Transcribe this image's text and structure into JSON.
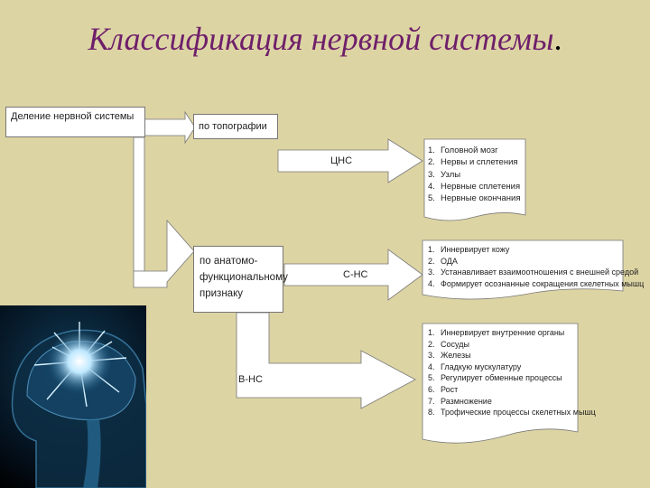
{
  "title": "Классификация нервной системы",
  "title_dot": ".",
  "root_box": "Деление нервной системы",
  "topo_box": "по топографии",
  "anatomo_box": [
    "по анатомо-",
    "функциональному",
    "признаку"
  ],
  "arrow_labels": {
    "cns": "ЦНС",
    "sns": "С-НС",
    "ans": "В-НС"
  },
  "list_topo": [
    {
      "n": "1.",
      "text": "Головной мозг"
    },
    {
      "n": "2.",
      "text": "Нервы и сплетения"
    },
    {
      "n": "3.",
      "text": "Узлы"
    },
    {
      "n": "4.",
      "text": "Нервные сплетения"
    },
    {
      "n": "5.",
      "text": "Нервные окончания"
    }
  ],
  "list_somatic": [
    {
      "n": "1.",
      "text": "Иннервирует кожу"
    },
    {
      "n": "2.",
      "text": "ОДА"
    },
    {
      "n": "3.",
      "text": "Устанавливает взаимоотношения с внешней средой"
    },
    {
      "n": "4.",
      "text": "Формирует осознанные сокращения скелетных мышц"
    }
  ],
  "list_autonomic": [
    {
      "n": "1.",
      "text": "Иннервирует внутренние органы"
    },
    {
      "n": "2.",
      "text": "Сосуды"
    },
    {
      "n": "3.",
      "text": "Железы"
    },
    {
      "n": "4.",
      "text": "Гладкую мускулатуру"
    },
    {
      "n": "5.",
      "text": "Регулирует обменные процессы"
    },
    {
      "n": "6.",
      "text": "Рост"
    },
    {
      "n": "7.",
      "text": "Размножение"
    },
    {
      "n": "8.",
      "text": "Трофические процессы скелетных мышц"
    }
  ],
  "colors": {
    "background": "#ddd4a4",
    "title": "#6e1f6a",
    "box": "#ffffff",
    "outline": "#555555"
  },
  "icons": {
    "brain_image": "brain-glow-illustration"
  }
}
